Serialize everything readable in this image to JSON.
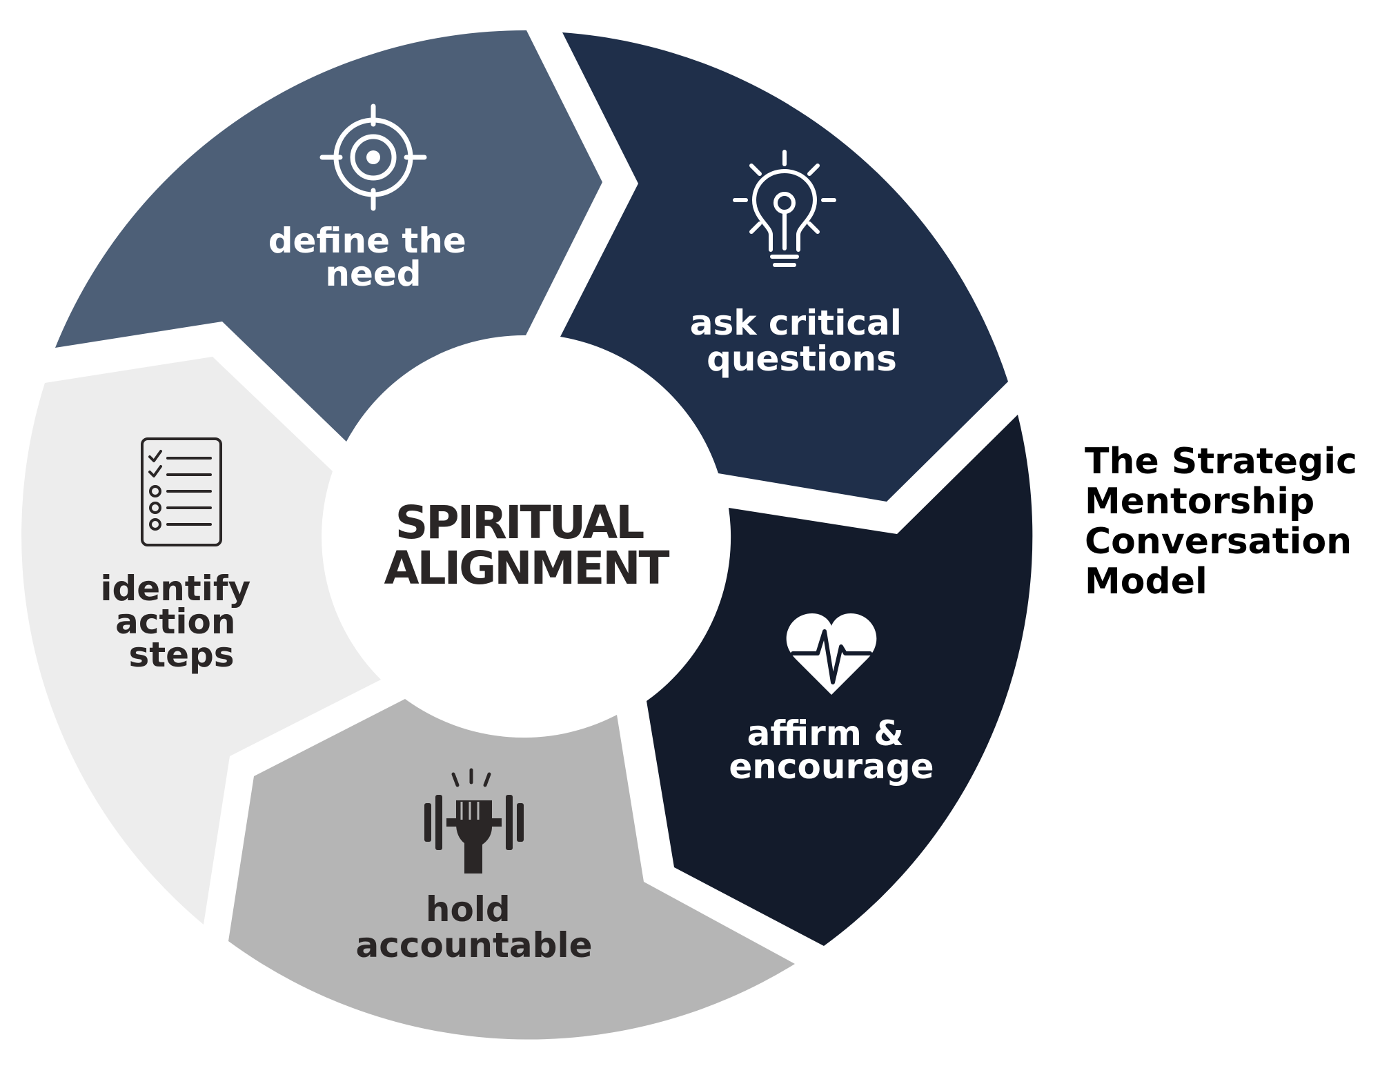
{
  "center": {
    "lines": [
      "SPIRITUAL",
      "ALIGNMENT"
    ]
  },
  "segments": [
    {
      "key": "define",
      "lines": [
        "define the",
        "need"
      ],
      "icon": "target-icon",
      "fill": "#4d5f77",
      "text_color": "#ffffff"
    },
    {
      "key": "ask",
      "lines": [
        "ask critical",
        "questions"
      ],
      "icon": "lightbulb-icon",
      "fill": "#1f2f4a",
      "text_color": "#ffffff"
    },
    {
      "key": "affirm",
      "lines": [
        "affirm &",
        "encourage"
      ],
      "icon": "heartbeat-icon",
      "fill": "#131b2b",
      "text_color": "#ffffff"
    },
    {
      "key": "hold",
      "lines": [
        "hold",
        "accountable"
      ],
      "icon": "fist-dumbbell-icon",
      "fill": "#b5b5b5",
      "text_color": "#2a2626"
    },
    {
      "key": "identify",
      "lines": [
        "identify",
        "action",
        "steps"
      ],
      "icon": "checklist-icon",
      "fill": "#ededed",
      "text_color": "#2a2626"
    }
  ],
  "title": {
    "lines": [
      "The Strategic",
      "Mentorship",
      "Conversation",
      "Model"
    ]
  },
  "colors": {
    "center_text": "#2a2626",
    "title_text": "#000000",
    "background": "#ffffff"
  }
}
